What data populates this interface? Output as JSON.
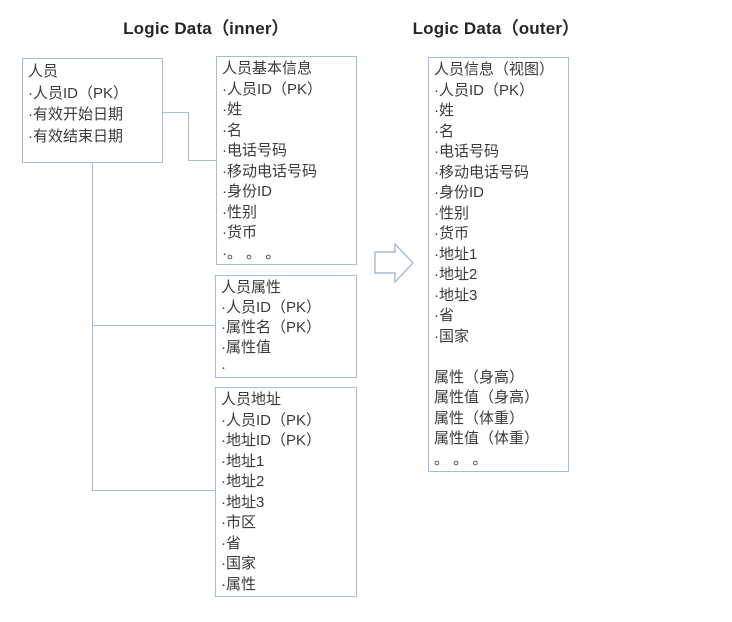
{
  "titles": {
    "inner": "Logic Data（inner）",
    "outer": "Logic Data（outer）"
  },
  "boxes": {
    "person": {
      "lines": [
        "人员",
        "·人员ID（PK）",
        "·有效开始日期",
        "·有效结束日期"
      ]
    },
    "basic_info": {
      "lines": [
        "人员基本信息",
        "·人员ID（PK）",
        "·姓",
        "·名",
        "·电话号码",
        "·移动电话号码",
        "·身份ID",
        "·性别",
        "·货币",
        "·。 。 。"
      ]
    },
    "attribute": {
      "lines": [
        "人员属性",
        "·人员ID（PK）",
        "·属性名（PK）",
        "·属性值",
        "·"
      ]
    },
    "address": {
      "lines": [
        "人员地址",
        "·人员ID（PK）",
        "·地址ID（PK）",
        "·地址1",
        "·地址2",
        "·地址3",
        "·市区",
        "·省",
        "·国家",
        "·属性"
      ]
    },
    "view": {
      "lines": [
        "人员信息（视图）",
        "·人员ID（PK）",
        "·姓",
        "·名",
        "·电话号码",
        "·移动电话号码",
        "·身份ID",
        "·性别",
        "·货币",
        "·地址1",
        "·地址2",
        "·地址3",
        "·省",
        "·国家",
        "",
        "属性（身高）",
        "属性值（身高）",
        "属性（体重）",
        "属性值（体重）",
        "。 。 。"
      ]
    }
  },
  "icons": {
    "transform_arrow": "hollow-right-arrow"
  },
  "colors": {
    "box_border": "#a9bccd",
    "connector": "#a9bccd",
    "text": "#3b3b3b",
    "title_text": "#262626",
    "background": "#ffffff"
  }
}
